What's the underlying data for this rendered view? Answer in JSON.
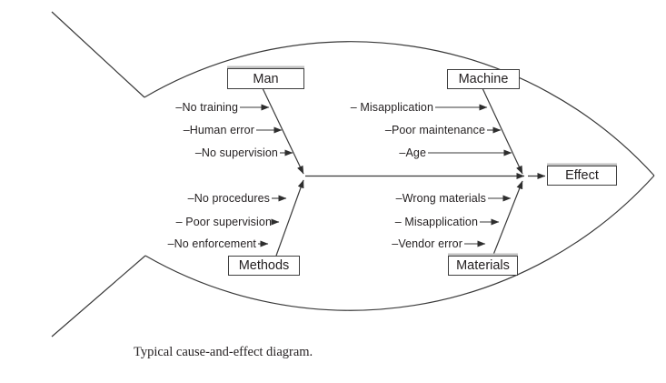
{
  "diagram": {
    "caption": "Typical cause-and-effect diagram.",
    "effect_label": "Effect",
    "branches": [
      {
        "id": "man",
        "label": "Man",
        "causes": [
          "–No training",
          "–Human error",
          "–No supervision"
        ]
      },
      {
        "id": "machine",
        "label": "Machine",
        "causes": [
          "– Misapplication",
          "–Poor maintenance",
          "–Age"
        ]
      },
      {
        "id": "methods",
        "label": "Methods",
        "causes": [
          "–No procedures",
          "– Poor supervision",
          "–No enforcement"
        ]
      },
      {
        "id": "materials",
        "label": "Materials",
        "causes": [
          "–Wrong materials",
          "– Misapplication",
          "–Vendor error"
        ]
      }
    ],
    "colors": {
      "line": "#3a3a3a",
      "text": "#231f20",
      "box_border": "#3e3e3e",
      "box_top_highlight": "#c2c2c2",
      "background": "#ffffff"
    }
  }
}
